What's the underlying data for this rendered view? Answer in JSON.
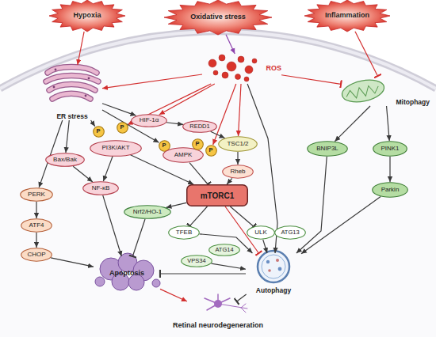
{
  "diagram": {
    "nodes": [
      {
        "text": [
          "Hypoxia"
        ]
      },
      {
        "text": [
          "Oxidative stress"
        ]
      },
      {
        "text": [
          "Inflammation"
        ]
      },
      {
        "text": [
          "ER stress"
        ]
      },
      {
        "text": [
          "ROS"
        ]
      },
      {
        "text": [
          "Mitophagy"
        ]
      },
      {
        "text": [
          "HIF-1α"
        ]
      },
      {
        "text": [
          "REDD1"
        ]
      },
      {
        "text": [
          "P"
        ]
      },
      {
        "text": [
          "P"
        ]
      },
      {
        "text": [
          "PI3K/AKT"
        ]
      },
      {
        "text": [
          "P"
        ]
      },
      {
        "text": [
          "AMPK"
        ]
      },
      {
        "text": [
          "P"
        ]
      },
      {
        "text": [
          "P"
        ]
      },
      {
        "text": [
          "TSC1/2"
        ]
      },
      {
        "text": [
          "BNIP3L"
        ]
      },
      {
        "text": [
          "PINK1"
        ]
      },
      {
        "text": [
          "Bax/Bak"
        ]
      },
      {
        "text": [
          "Rheb"
        ]
      },
      {
        "text": [
          "NF-κB"
        ]
      },
      {
        "text": [
          "PERK"
        ]
      },
      {
        "text": [
          "mTORC1"
        ]
      },
      {
        "text": [
          "Parkin"
        ]
      },
      {
        "text": [
          "Nrf2/HO-1"
        ]
      },
      {
        "text": [
          "TFEB"
        ]
      },
      {
        "text": [
          "ULK"
        ]
      },
      {
        "text": [
          "ATG13"
        ]
      },
      {
        "text": [
          "ATF4"
        ]
      },
      {
        "text": [
          "ATG14"
        ]
      },
      {
        "text": [
          "VPS34"
        ]
      },
      {
        "text": [
          "CHOP"
        ]
      },
      {
        "text": [
          "Apoptosis"
        ]
      },
      {
        "text": [
          "Autophagy"
        ]
      },
      {
        "text": [
          "Retinal neurodegeneration"
        ]
      }
    ],
    "edges": [
      {
        "from": 0,
        "to": 3,
        "arrow": "to"
      },
      {
        "from": 1,
        "to": 4,
        "arrow": "to"
      },
      {
        "from": 2,
        "to": 5,
        "arrow": "to"
      },
      {
        "from": 4,
        "to": 3,
        "arrow": "to"
      },
      {
        "from": 4,
        "to": 6,
        "arrow": "to"
      },
      {
        "from": 4,
        "to": 9,
        "arrow": "to"
      },
      {
        "from": 4,
        "to": 14,
        "arrow": "to"
      },
      {
        "from": 4,
        "to": 15,
        "arrow": "to"
      },
      {
        "from": 4,
        "to": 5,
        "arrow": "to"
      },
      {
        "from": 4,
        "to": 33,
        "arrow": "to"
      },
      {
        "from": 3,
        "to": 21,
        "arrow": "to"
      },
      {
        "from": 3,
        "to": 18,
        "arrow": "to"
      },
      {
        "from": 3,
        "to": 8,
        "arrow": "to"
      },
      {
        "from": 3,
        "to": 11,
        "arrow": "to"
      },
      {
        "from": 3,
        "to": 6,
        "arrow": "to"
      },
      {
        "from": 6,
        "to": 7,
        "arrow": "to"
      },
      {
        "from": 7,
        "to": 15,
        "arrow": "to"
      },
      {
        "from": 15,
        "to": 19,
        "arrow": "to"
      },
      {
        "from": 19,
        "to": 22,
        "arrow": "to"
      },
      {
        "from": 10,
        "to": 22,
        "arrow": "to"
      },
      {
        "from": 10,
        "to": 20,
        "arrow": "to"
      },
      {
        "from": 12,
        "to": 22,
        "arrow": "to"
      },
      {
        "from": 18,
        "to": 20,
        "arrow": "to"
      },
      {
        "from": 20,
        "to": 32,
        "arrow": "to"
      },
      {
        "from": 21,
        "to": 28,
        "arrow": "to"
      },
      {
        "from": 28,
        "to": 31,
        "arrow": "to"
      },
      {
        "from": 31,
        "to": 32,
        "arrow": "to"
      },
      {
        "from": 22,
        "to": 24,
        "arrow": "to"
      },
      {
        "from": 22,
        "to": 25,
        "arrow": "to"
      },
      {
        "from": 22,
        "to": 26,
        "arrow": "to"
      },
      {
        "from": 22,
        "to": 33,
        "arrow": "to"
      },
      {
        "from": 24,
        "to": 32,
        "arrow": "to"
      },
      {
        "from": 25,
        "to": 33,
        "arrow": "to"
      },
      {
        "from": 30,
        "to": 33,
        "arrow": "to"
      },
      {
        "from": 26,
        "to": 33,
        "arrow": "to"
      },
      {
        "from": 5,
        "to": 16,
        "arrow": "to"
      },
      {
        "from": 5,
        "to": 17,
        "arrow": "to"
      },
      {
        "from": 17,
        "to": 23,
        "arrow": "to"
      },
      {
        "from": 16,
        "to": 33,
        "arrow": "to"
      },
      {
        "from": 23,
        "to": 33,
        "arrow": "to"
      },
      {
        "from": 33,
        "to": 32,
        "arrow": "to"
      },
      {
        "from": 32,
        "to": 34,
        "arrow": "to"
      },
      {
        "from": 33,
        "to": 34,
        "arrow": "to"
      }
    ]
  }
}
